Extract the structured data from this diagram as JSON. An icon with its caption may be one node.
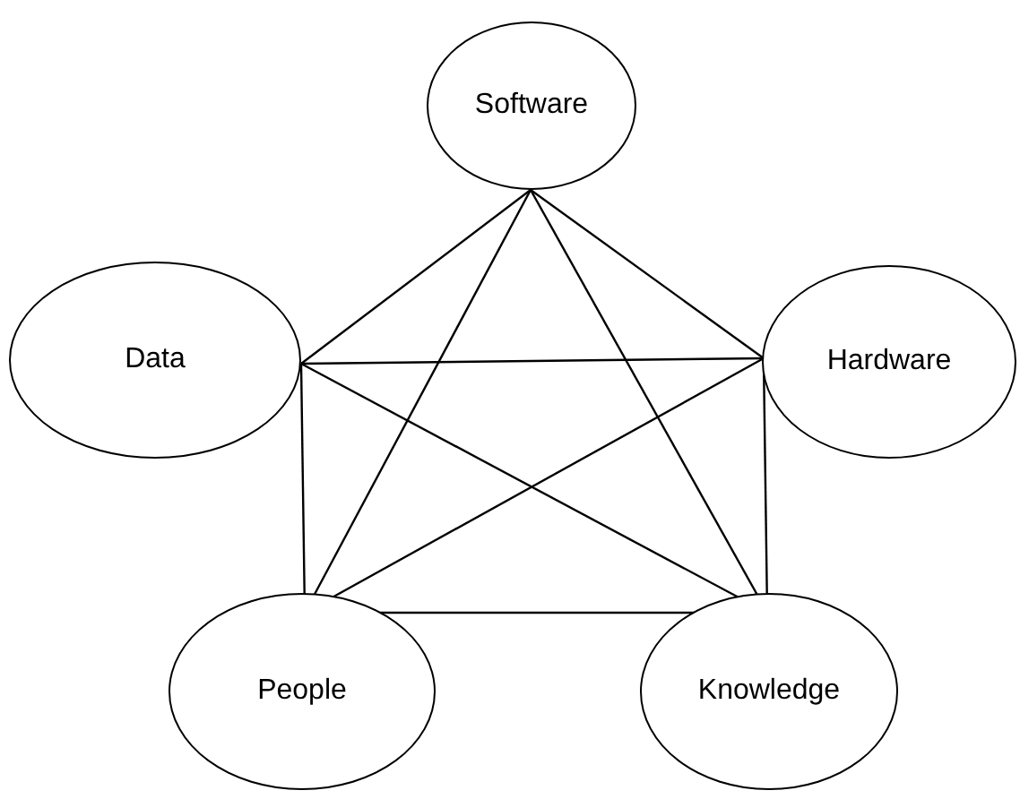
{
  "diagram": {
    "nodes": [
      {
        "text": [
          "Software"
        ]
      },
      {
        "text": [
          "Data"
        ]
      },
      {
        "text": [
          "Hardware"
        ]
      },
      {
        "text": [
          "People"
        ]
      },
      {
        "text": [
          "Knowledge"
        ]
      }
    ],
    "edges": [
      {
        "from": 0,
        "to": 1,
        "arrow": "none"
      },
      {
        "from": 0,
        "to": 2,
        "arrow": "none"
      },
      {
        "from": 0,
        "to": 3,
        "arrow": "none"
      },
      {
        "from": 0,
        "to": 4,
        "arrow": "none"
      },
      {
        "from": 1,
        "to": 2,
        "arrow": "none"
      },
      {
        "from": 1,
        "to": 3,
        "arrow": "none"
      },
      {
        "from": 1,
        "to": 4,
        "arrow": "none"
      },
      {
        "from": 2,
        "to": 3,
        "arrow": "none"
      },
      {
        "from": 2,
        "to": 4,
        "arrow": "none"
      },
      {
        "from": 3,
        "to": 4,
        "arrow": "none"
      }
    ]
  }
}
